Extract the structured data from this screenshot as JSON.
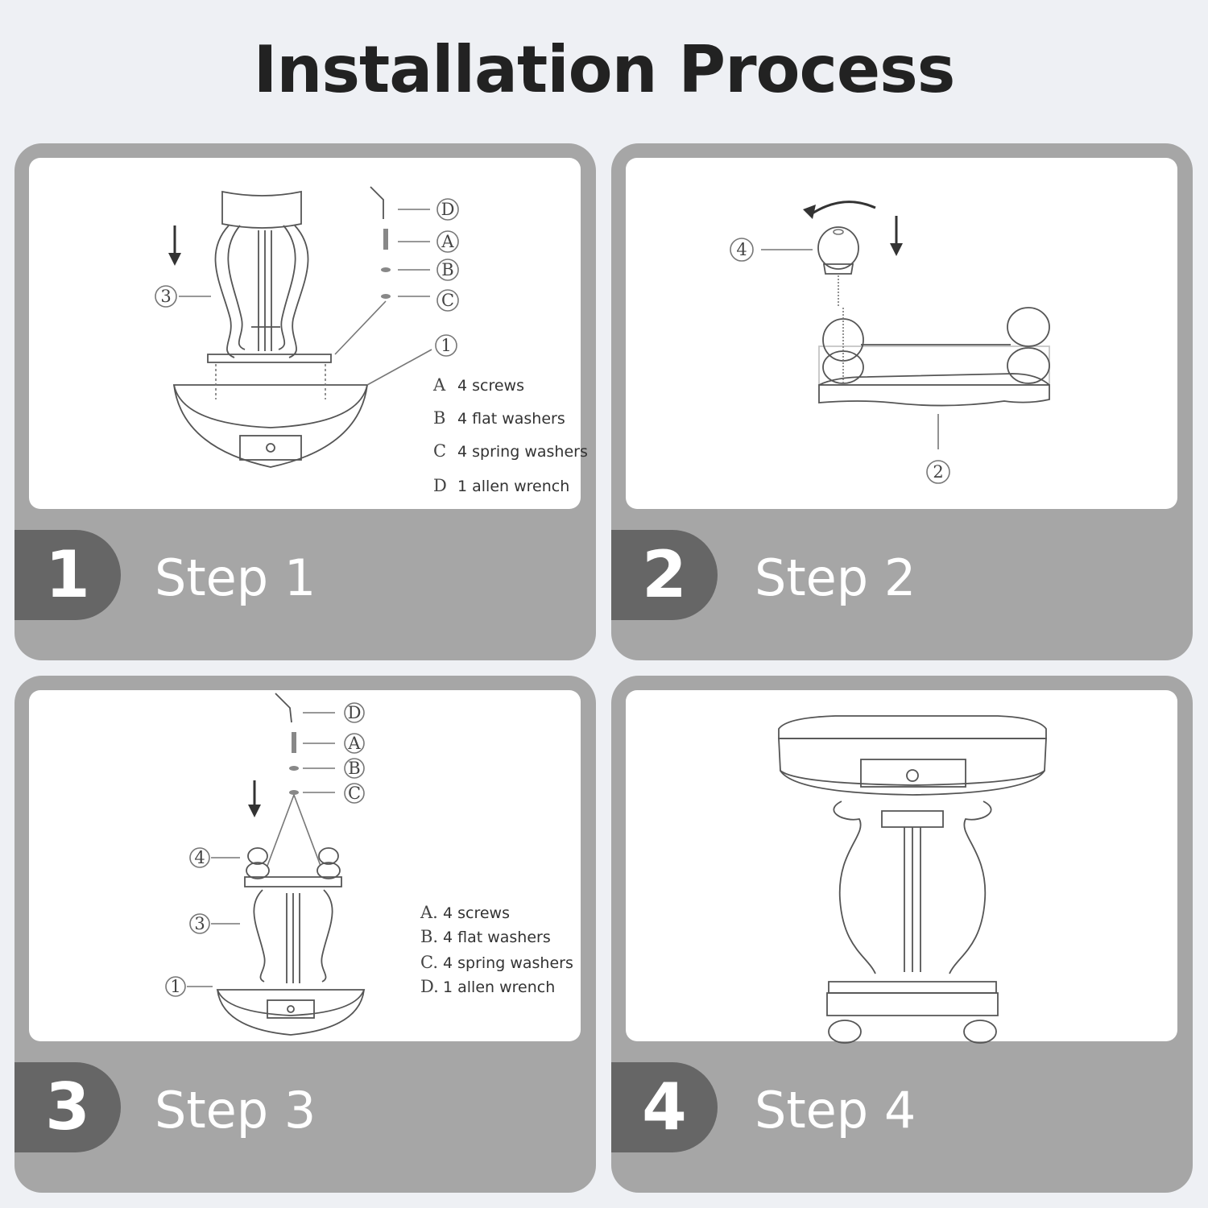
{
  "title": "Installation Process",
  "steps": [
    {
      "number": "1",
      "label": "Step 1",
      "callouts": [
        "D",
        "A",
        "B",
        "C",
        "1",
        "3"
      ],
      "legend": [
        {
          "key": "A",
          "text": "4 screws"
        },
        {
          "key": "B",
          "text": "4 flat washers"
        },
        {
          "key": "C",
          "text": "4 spring washers"
        },
        {
          "key": "D",
          "text": "1 allen wrench"
        }
      ]
    },
    {
      "number": "2",
      "label": "Step 2",
      "callouts": [
        "4",
        "2"
      ]
    },
    {
      "number": "3",
      "label": "Step 3",
      "callouts": [
        "D",
        "A",
        "B",
        "C",
        "4",
        "3",
        "1"
      ],
      "legend": [
        {
          "key": "A.",
          "text": "4 screws"
        },
        {
          "key": "B.",
          "text": "4 flat washers"
        },
        {
          "key": "C.",
          "text": "4 spring washers"
        },
        {
          "key": "D.",
          "text": "1 allen wrench"
        }
      ]
    },
    {
      "number": "4",
      "label": "Step 4"
    }
  ]
}
